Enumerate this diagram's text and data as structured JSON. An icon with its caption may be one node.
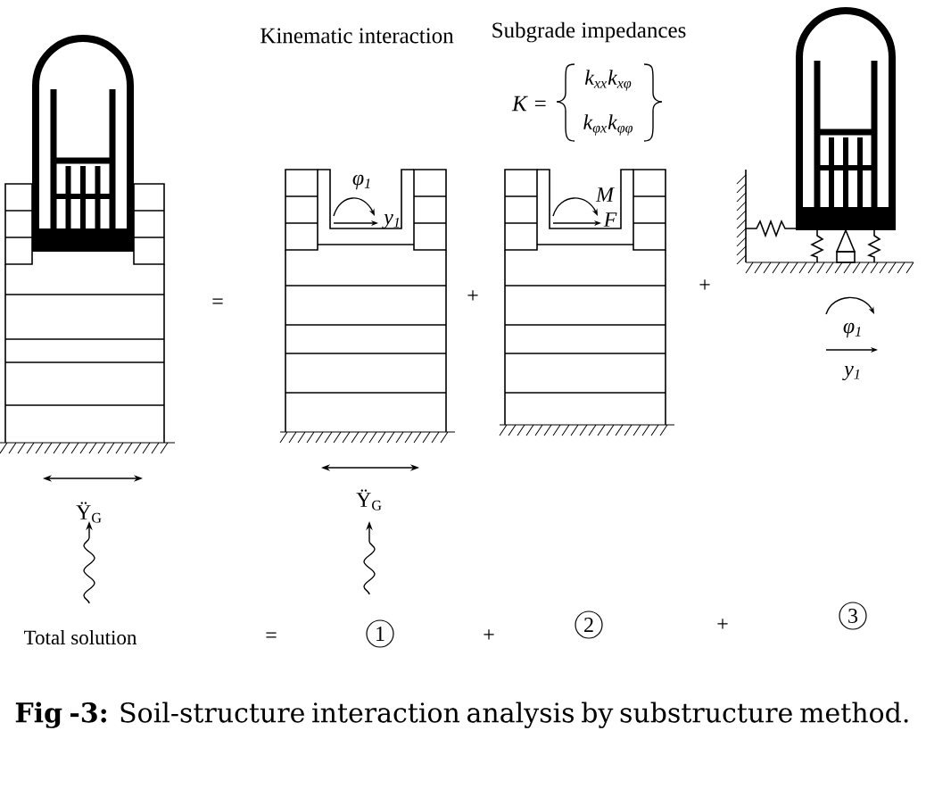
{
  "diagram": {
    "caption": "**Fig -3:** Soil-structure interaction analysis by substructure method.",
    "nodes": [
      {
        "text": [
          "1"
        ]
      },
      {
        "text": [
          "2"
        ]
      },
      {
        "text": [
          "3"
        ]
      }
    ],
    "labels": [
      "Kinematic interaction",
      "Subgrade impedances",
      "K =",
      "k$_{xx}$k$_{xφ}$",
      "k$_{φx}$k$_{φφ}$",
      "φ$_{1}$",
      "y$_{1}$",
      "M",
      "F",
      "=",
      "+",
      "+",
      "φ$_{1}$",
      "y$_{1}$",
      "Ÿ$_{G}$",
      "Ÿ$_{G}$",
      "Total solution",
      "=",
      "+",
      "+"
    ]
  }
}
